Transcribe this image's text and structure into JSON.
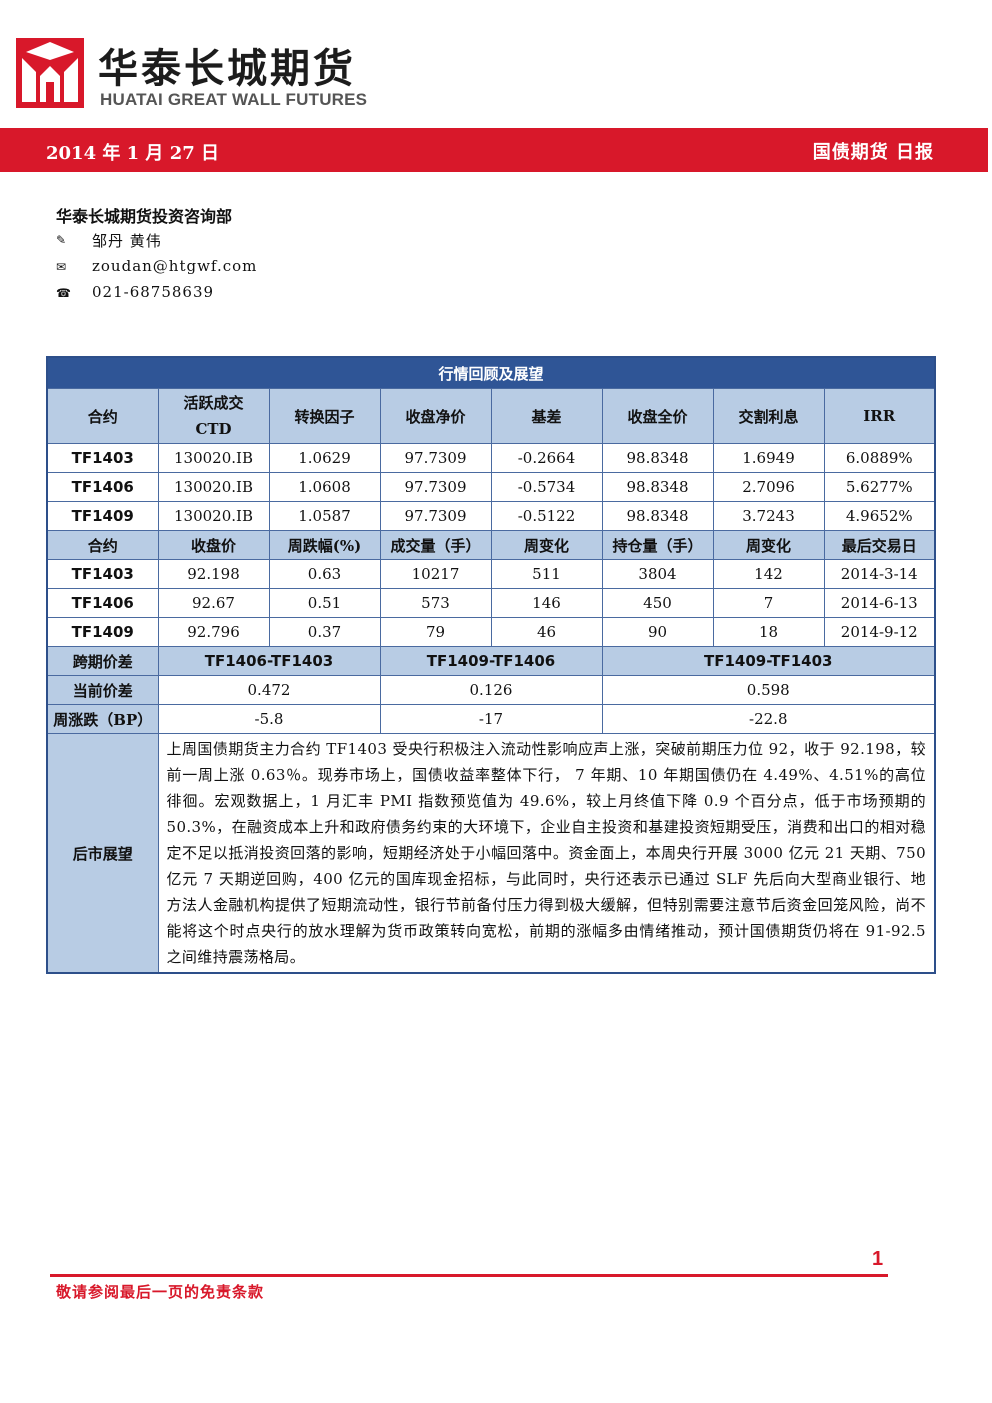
{
  "header": {
    "brand_cn": "华泰长城期货",
    "brand_en": "HUATAI GREAT WALL FUTURES",
    "date": "2014 年 1 月 27 日",
    "report_title": "国债期货  日报"
  },
  "contact": {
    "dept": "华泰长城期货投资咨询部",
    "authors": "邹丹  黄伟",
    "email": "zoudan@htgwf.com",
    "phone": "021-68758639"
  },
  "table": {
    "title": "行情回顾及展望",
    "h1": [
      "合约",
      "活跃成交CTD",
      "转换因子",
      "收盘净价",
      "基差",
      "收盘全价",
      "交割利息",
      "IRR"
    ],
    "rows1": [
      [
        "TF1403",
        "130020.IB",
        "1.0629",
        "97.7309",
        "-0.2664",
        "98.8348",
        "1.6949",
        "6.0889%"
      ],
      [
        "TF1406",
        "130020.IB",
        "1.0608",
        "97.7309",
        "-0.5734",
        "98.8348",
        "2.7096",
        "5.6277%"
      ],
      [
        "TF1409",
        "130020.IB",
        "1.0587",
        "97.7309",
        "-0.5122",
        "98.8348",
        "3.7243",
        "4.9652%"
      ]
    ],
    "h2": [
      "合约",
      "收盘价",
      "周跌幅(%)",
      "成交量（手）",
      "周变化",
      "持仓量（手）",
      "周变化",
      "最后交易日"
    ],
    "rows2": [
      [
        "TF1403",
        "92.198",
        "0.63",
        "10217",
        "511",
        "3804",
        "142",
        "2014-3-14"
      ],
      [
        "TF1406",
        "92.67",
        "0.51",
        "573",
        "146",
        "450",
        "7",
        "2014-6-13"
      ],
      [
        "TF1409",
        "92.796",
        "0.37",
        "79",
        "46",
        "90",
        "18",
        "2014-9-12"
      ]
    ],
    "spread_label": "跨期价差",
    "spreads": [
      "TF1406-TF1403",
      "TF1409-TF1406",
      "TF1409-TF1403"
    ],
    "current_label": "当前价差",
    "current": [
      "0.472",
      "0.126",
      "0.598"
    ],
    "weekly_label": "周涨跌（BP）",
    "weekly": [
      "-5.8",
      "-17",
      "-22.8"
    ],
    "outlook_label": "后市展望",
    "outlook": "上周国债期货主力合约 TF1403 受央行积极注入流动性影响应声上涨，突破前期压力位 92，收于 92.198，较前一周上涨 0.63％。现券市场上，国债收益率整体下行， 7 年期、10 年期国债仍在 4.49%、4.51%的高位徘徊。宏观数据上，1 月汇丰 PMI 指数预览值为 49.6%，较上月终值下降 0.9 个百分点，低于市场预期的 50.3%，在融资成本上升和政府债务约束的大环境下，企业自主投资和基建投资短期受压，消费和出口的相对稳定不足以抵消投资回落的影响，短期经济处于小幅回落中。资金面上，本周央行开展 3000 亿元 21 天期、750 亿元 7 天期逆回购，400 亿元的国库现金招标，与此同时，央行还表示已通过 SLF 先后向大型商业银行、地方法人金融机构提供了短期流动性，银行节前备付压力得到极大缓解，但特别需要注意节后资金回笼风险，尚不能将这个时点央行的放水理解为货币政策转向宽松，前期的涨幅多由情绪推动，预计国债期货仍将在 91-92.5 之间维持震荡格局。"
  },
  "footer": {
    "page": "1",
    "disclaimer": "敬请参阅最后一页的免责条款"
  },
  "colors": {
    "accent_red": "#d8182a",
    "table_blue": "#2f5596",
    "table_light": "#b8cce4"
  },
  "icons": [
    "logo-icon",
    "pencil-icon",
    "mail-icon",
    "phone-icon"
  ]
}
